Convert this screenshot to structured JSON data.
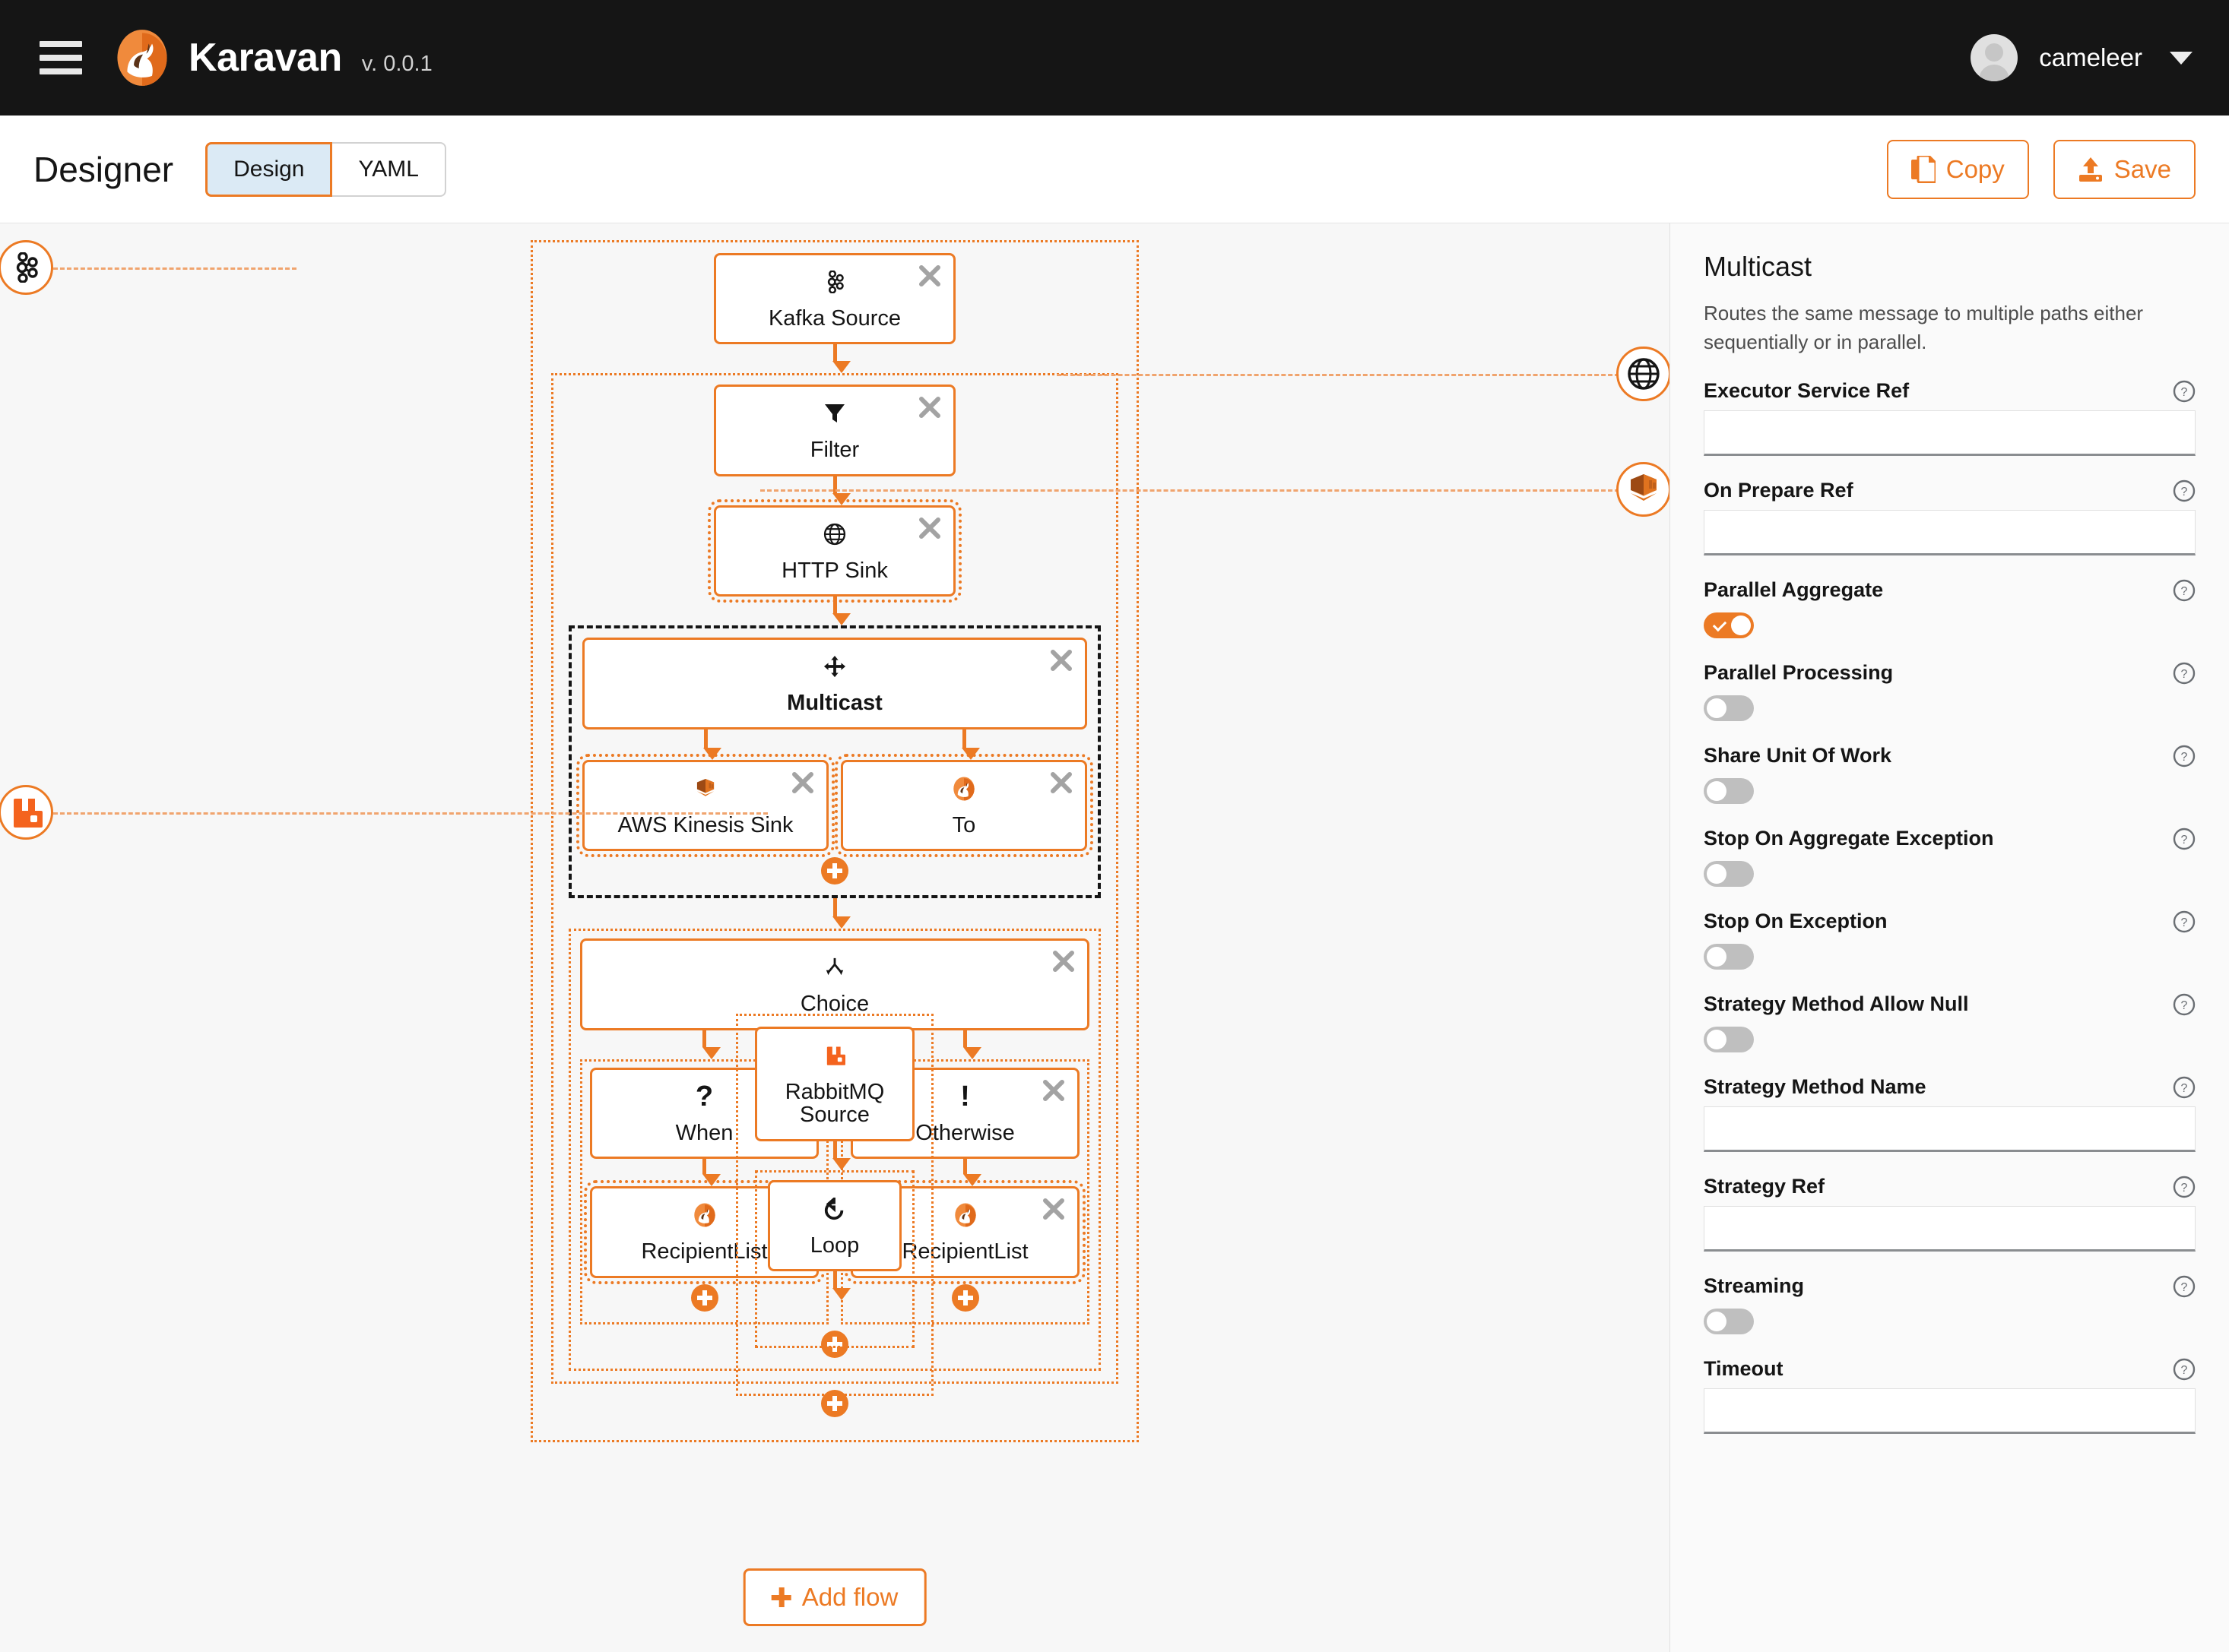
{
  "masthead": {
    "menu_icon": "hamburger-icon",
    "logo_icon": "camel-logo-icon",
    "brand": "Karavan",
    "version": "v. 0.0.1",
    "user": "cameleer",
    "caret_icon": "chevron-down-icon"
  },
  "subheader": {
    "title": "Designer",
    "tabs": [
      {
        "label": "Design",
        "active": true
      },
      {
        "label": "YAML",
        "active": false
      }
    ],
    "actions": [
      {
        "label": "Copy",
        "icon": "copy-icon"
      },
      {
        "label": "Save",
        "icon": "upload-icon"
      }
    ]
  },
  "canvas": {
    "side_badges": [
      {
        "name": "kafka-badge",
        "icon": "kafka-icon"
      },
      {
        "name": "http-badge",
        "icon": "globe-icon"
      },
      {
        "name": "aws-kinesis-badge",
        "icon": "aws-kinesis-icon"
      },
      {
        "name": "rabbitmq-badge",
        "icon": "rabbitmq-icon"
      }
    ],
    "flow1": {
      "kafka_source": {
        "label": "Kafka Source",
        "icon": "kafka-icon"
      },
      "filter": {
        "label": "Filter",
        "icon": "funnel-icon"
      },
      "http_sink": {
        "label": "HTTP Sink",
        "icon": "globe-icon"
      },
      "multicast": {
        "label": "Multicast",
        "icon": "arrows-move-icon"
      },
      "aws_kinesis_sink": {
        "label": "AWS Kinesis Sink",
        "icon": "aws-kinesis-icon"
      },
      "to": {
        "label": "To",
        "icon": "camel-logo-icon"
      },
      "choice": {
        "label": "Choice",
        "icon": "choice-fork-icon"
      },
      "when": {
        "label": "When",
        "icon": "question-mark-icon"
      },
      "otherwise": {
        "label": "Otherwise",
        "icon": "exclamation-mark-icon"
      },
      "recipient_list_when": {
        "label": "RecipientList",
        "icon": "camel-logo-icon"
      },
      "recipient_list_otherwise": {
        "label": "RecipientList",
        "icon": "camel-logo-icon"
      }
    },
    "flow2": {
      "rabbitmq_source": {
        "label": "RabbitMQ Source",
        "icon": "rabbitmq-icon"
      },
      "loop": {
        "label": "Loop",
        "icon": "loop-arrow-icon"
      }
    },
    "add_flow": {
      "label": "Add flow",
      "icon": "plus-icon"
    },
    "close_icon": "close-icon",
    "add_step_icon": "plus-circle-icon"
  },
  "properties": {
    "title": "Multicast",
    "description": "Routes the same message to multiple paths either sequentially or in parallel.",
    "help_icon": "question-circle-icon",
    "fields": [
      {
        "label": "Executor Service Ref",
        "type": "text",
        "value": ""
      },
      {
        "label": "On Prepare Ref",
        "type": "text",
        "value": ""
      },
      {
        "label": "Parallel Aggregate",
        "type": "switch",
        "value": true
      },
      {
        "label": "Parallel Processing",
        "type": "switch",
        "value": false
      },
      {
        "label": "Share Unit Of Work",
        "type": "switch",
        "value": false
      },
      {
        "label": "Stop On Aggregate Exception",
        "type": "switch",
        "value": false
      },
      {
        "label": "Stop On Exception",
        "type": "switch",
        "value": false
      },
      {
        "label": "Strategy Method Allow Null",
        "type": "switch",
        "value": false
      },
      {
        "label": "Strategy Method Name",
        "type": "text",
        "value": ""
      },
      {
        "label": "Strategy Ref",
        "type": "text",
        "value": ""
      },
      {
        "label": "Streaming",
        "type": "switch",
        "value": false
      },
      {
        "label": "Timeout",
        "type": "text",
        "value": ""
      }
    ]
  },
  "colors": {
    "accent": "#ec7a24",
    "masthead_bg": "#151515",
    "canvas_bg": "#f7f7f7",
    "panel_bg": "#fafafa",
    "tab_active_bg": "#dbeaf5"
  }
}
